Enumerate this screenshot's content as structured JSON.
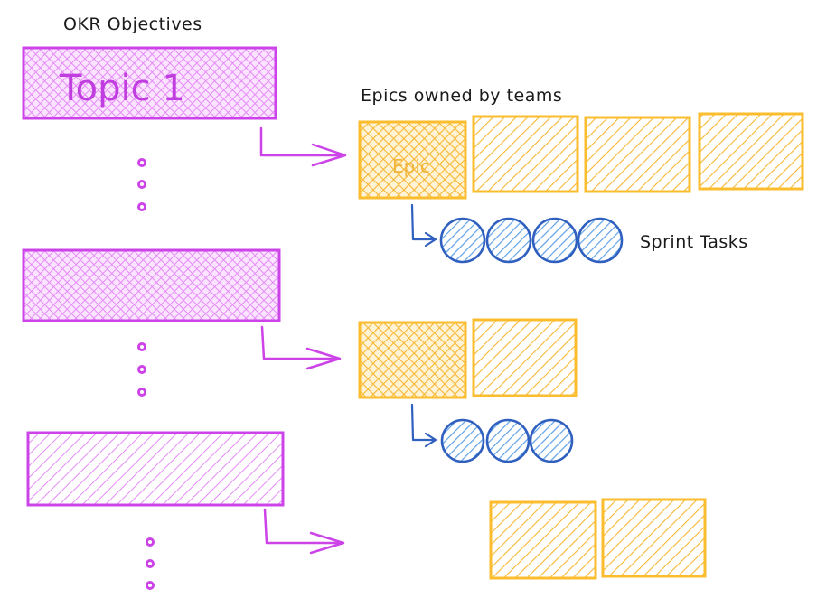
{
  "labels": {
    "okr_objectives": "OKR Objectives",
    "epics_owned_by_teams": "Epics owned by teams",
    "sprint_tasks": "Sprint Tasks"
  },
  "objectives": [
    {
      "title": "Topic 1"
    },
    {
      "title": ""
    },
    {
      "title": ""
    }
  ],
  "epic_label": "Epic",
  "colors": {
    "objective": "#cc44e8",
    "objective_fill": "#f4b9ff",
    "epic": "#fbbd2e",
    "epic_label": "#f0b53d",
    "task": "#2f5fbf",
    "task_fill": "#6ba9ea",
    "text": "#1a1a1a"
  }
}
